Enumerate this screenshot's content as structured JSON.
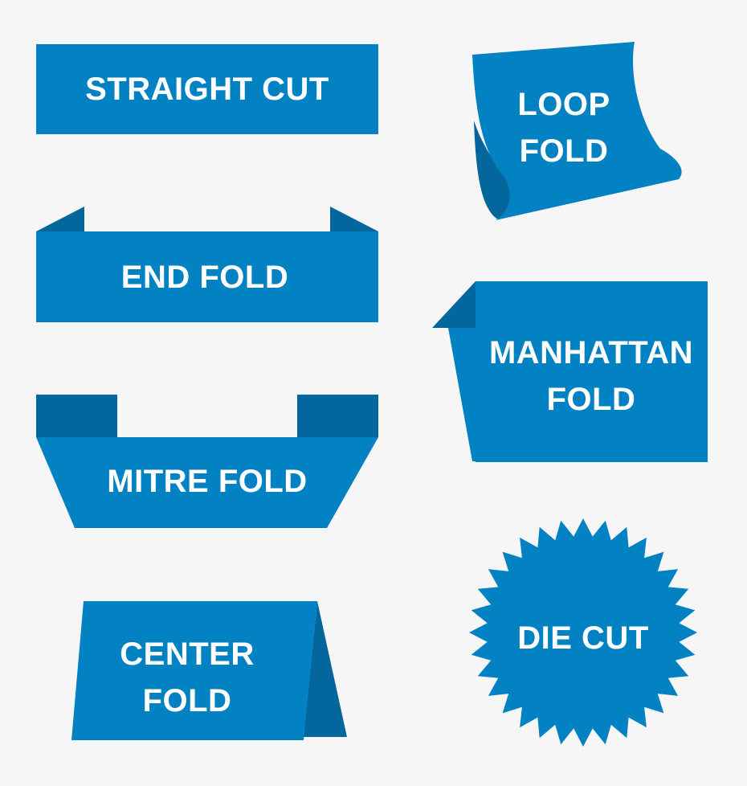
{
  "colors": {
    "face": "#0382c3",
    "fold": "#03669c",
    "background": "#f6f6f6",
    "text": "#ffffff"
  },
  "labels": {
    "straight_cut": [
      "STRAIGHT CUT"
    ],
    "loop_fold": [
      "LOOP",
      "FOLD"
    ],
    "end_fold": [
      "END FOLD"
    ],
    "manhattan_fold": [
      "MANHATTAN",
      "FOLD"
    ],
    "mitre_fold": [
      "MITRE FOLD"
    ],
    "center_fold": [
      "CENTER",
      "FOLD"
    ],
    "die_cut": [
      "DIE CUT"
    ]
  }
}
